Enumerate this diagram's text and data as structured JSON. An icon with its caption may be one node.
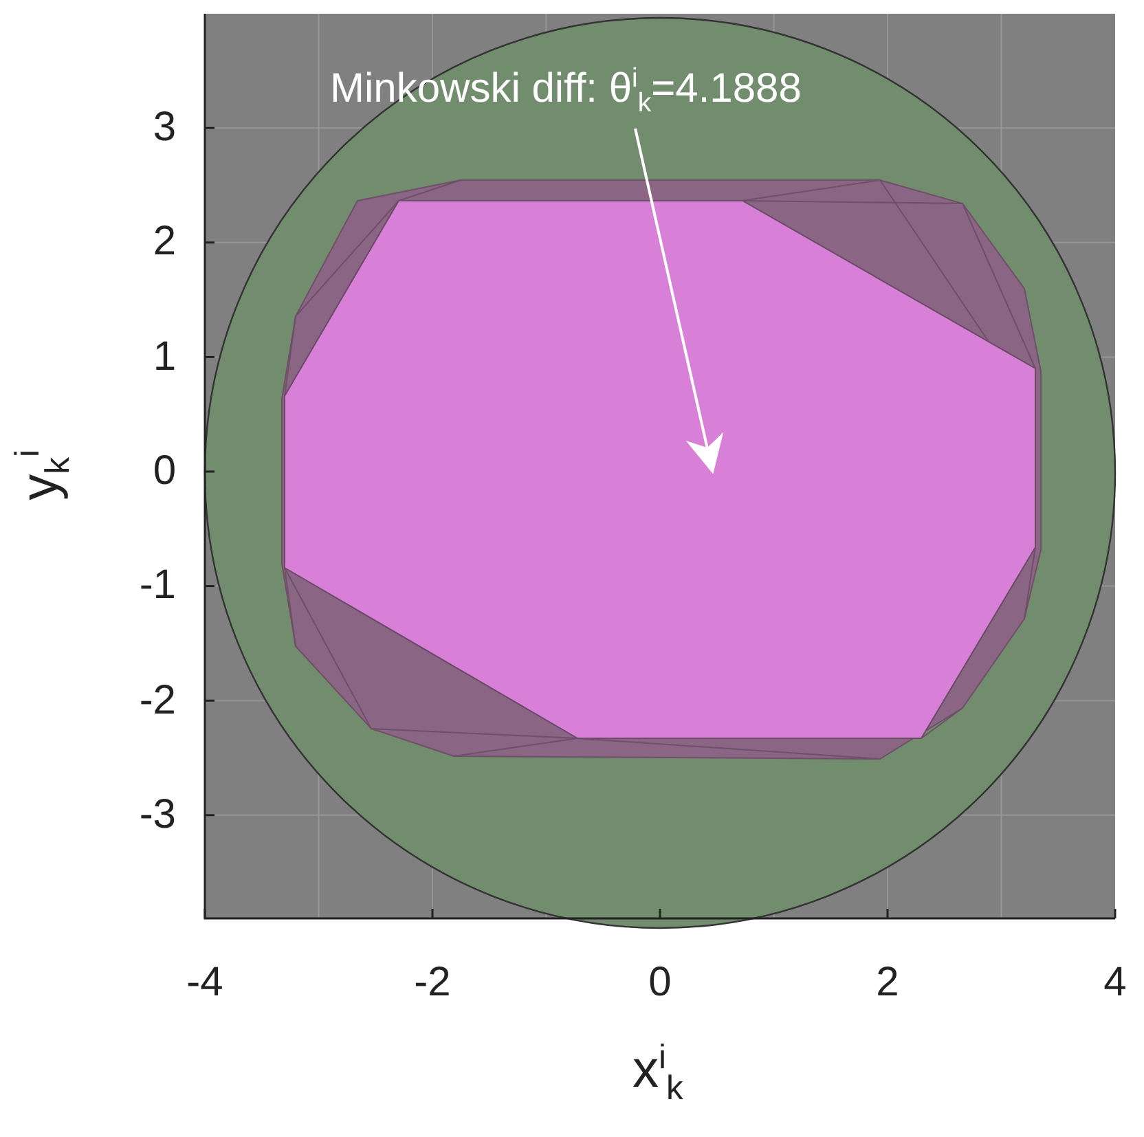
{
  "diagram": {
    "nodes": [
      {
        "text": [
          "Minkowski diff: θ$^{i}$$_{k}$=4.1888"
        ]
      },
      {
        "text": [],
        "shape": "polygon"
      }
    ],
    "edges": [
      {
        "from": 0,
        "to": 1,
        "arrow": "to",
        "color": "#ffffff"
      }
    ],
    "labels": [
      "3",
      "2",
      "1",
      "0",
      "-1",
      "-2",
      "-3",
      "-4",
      "-2",
      "0",
      "2",
      "4",
      "y$_{k}$$^{i}$",
      "x$^{i}$$_{k}$"
    ]
  }
}
